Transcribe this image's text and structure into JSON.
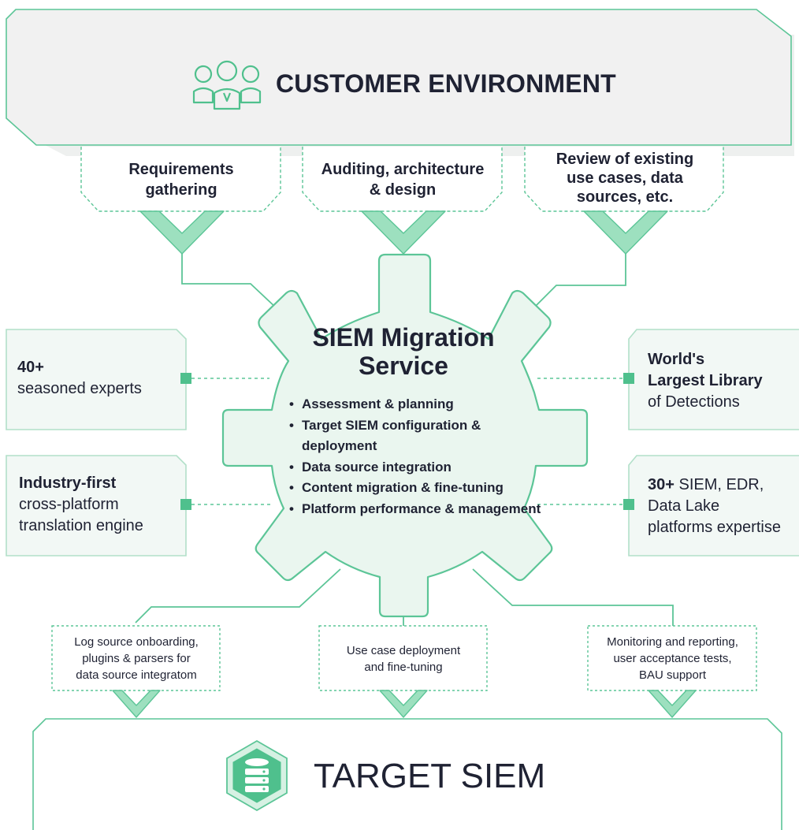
{
  "customer_environment": {
    "title": "CUSTOMER ENVIRONMENT",
    "icon": "people-group-icon"
  },
  "inputs": [
    {
      "line1": "Requirements",
      "line2": "gathering",
      "line3": ""
    },
    {
      "line1": "Auditing, architecture",
      "line2": "& design",
      "line3": ""
    },
    {
      "line1": "Review of existing",
      "line2": "use cases, data",
      "line3": "sources, etc."
    }
  ],
  "gear": {
    "title_line1": "SIEM Migration",
    "title_line2": "Service",
    "services": [
      "Assessment & planning",
      "Target SIEM configuration & deployment",
      "Data source integration",
      "Content migration & fine-tuning",
      "Platform performance & management"
    ]
  },
  "side_left": [
    {
      "bold": "40+",
      "rest": "seasoned experts"
    },
    {
      "bold": "Industry-first",
      "rest": "cross-platform translation engine"
    }
  ],
  "side_right": [
    {
      "bold_line1": "World's",
      "bold_line2": "Largest Library",
      "rest": "of Detections"
    },
    {
      "bold": "30+",
      "line1_rest": " SIEM, EDR,",
      "line2": "Data Lake",
      "line3": "platforms expertise"
    }
  ],
  "outputs": [
    {
      "line1": "Log source onboarding,",
      "line2": "plugins & parsers for",
      "line3": "data source integratom"
    },
    {
      "line1": "Use case deployment",
      "line2": "and fine-tuning",
      "line3": ""
    },
    {
      "line1": "Monitoring and reporting,",
      "line2": "user acceptance tests,",
      "line3": "BAU support"
    }
  ],
  "target": {
    "title": "TARGET SIEM",
    "icon": "database-icon"
  },
  "colors": {
    "accent": "#4fc08d",
    "line": "#5cc597",
    "fill_light": "#eef7f2",
    "chevron": "#9de0bf",
    "text": "#1f2233"
  }
}
